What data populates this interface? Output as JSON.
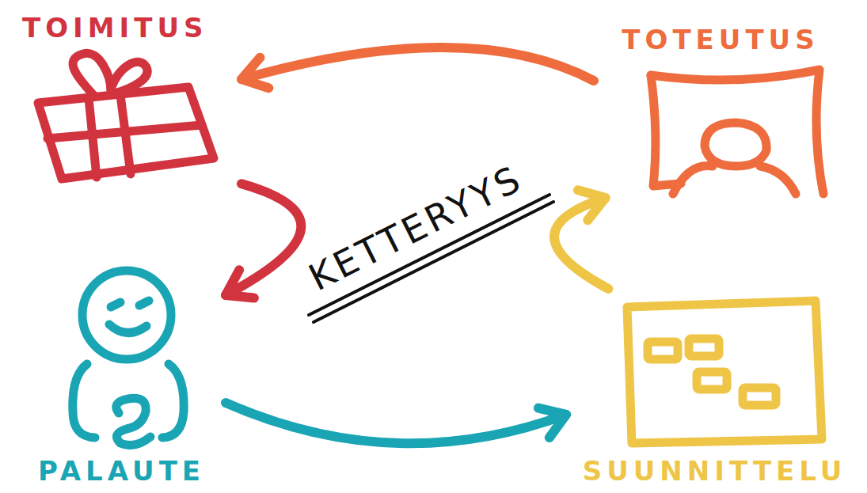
{
  "diagram": {
    "title": "KETTERYYS",
    "nodes": [
      {
        "text": [
          "TOIMITUS"
        ]
      },
      {
        "text": [
          "TOTEUTUS"
        ]
      },
      {
        "text": [
          "PALAUTE"
        ]
      },
      {
        "text": [
          "SUUNNITTELU"
        ]
      }
    ],
    "edges": [
      {
        "from": 1,
        "to": 0,
        "arrow": "to"
      },
      {
        "from": 0,
        "to": 2,
        "arrow": "to"
      },
      {
        "from": 2,
        "to": 3,
        "arrow": "to"
      },
      {
        "from": 3,
        "to": 1,
        "arrow": "to"
      }
    ]
  }
}
